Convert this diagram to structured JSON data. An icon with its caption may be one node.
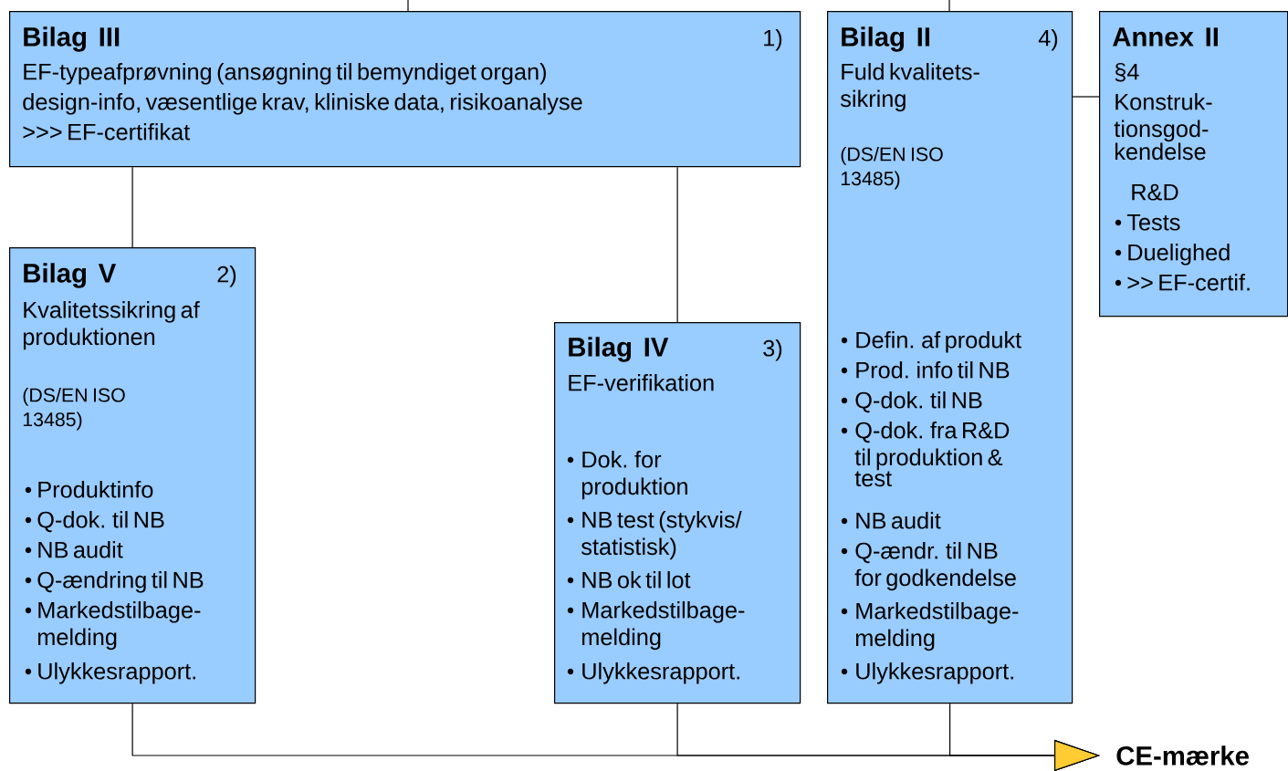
{
  "diagram": {
    "nodes": [
      {
        "text": [
          "Bilag III",
          "1)",
          "EF-typeafprøvning (ansøgning til bemyndiget organ)",
          "design-info, væsentlige krav, kliniske data, risikoanalyse",
          ">>> EF-certifikat"
        ]
      },
      {
        "text": [
          "Bilag II",
          "4)",
          "Fuld kvalitets- sikring",
          "(DS/EN ISO 13485)",
          "Defin. af produkt",
          "Prod. info til NB",
          "Q-dok. til NB",
          "Q-dok. fra R&D til produktion & test",
          "NB audit",
          "Q-ændr. til NB for godkendelse",
          "Markedstilbage- melding",
          "Ulykkesrapport."
        ]
      },
      {
        "text": [
          "Annex II",
          "§4",
          "Konstruk- tionsgod- kendelse",
          "R&D",
          "Tests",
          "Duelighed",
          ">> EF-certif."
        ]
      },
      {
        "text": [
          "Bilag V",
          "2)",
          "Kvalitetssikring af produktionen",
          "(DS/EN ISO 13485)",
          "Produktinfo",
          "Q-dok. til NB",
          "NB audit",
          "Q-ændring til NB",
          "Markedstilbage- melding",
          "Ulykkesrapport."
        ]
      },
      {
        "text": [
          "Bilag IV",
          "3)",
          "EF-verifikation",
          "Dok. for produktion",
          "NB test (stykvis/ statistisk)",
          "NB ok til lot",
          "Markedstilbage- melding",
          "Ulykkesrapport."
        ]
      },
      {
        "text": [
          "CE-mærke"
        ]
      }
    ],
    "edges": [
      {
        "from": null,
        "to": 0,
        "arrow": "none"
      },
      {
        "from": null,
        "to": 1,
        "arrow": "none"
      },
      {
        "from": 0,
        "to": 3,
        "arrow": "none"
      },
      {
        "from": 0,
        "to": 4,
        "arrow": "none"
      },
      {
        "from": 1,
        "to": 2,
        "arrow": "none"
      },
      {
        "from": 3,
        "to": 5,
        "arrow": "to"
      },
      {
        "from": 4,
        "to": 5,
        "arrow": "to"
      },
      {
        "from": 1,
        "to": 5,
        "arrow": "to"
      }
    ]
  }
}
